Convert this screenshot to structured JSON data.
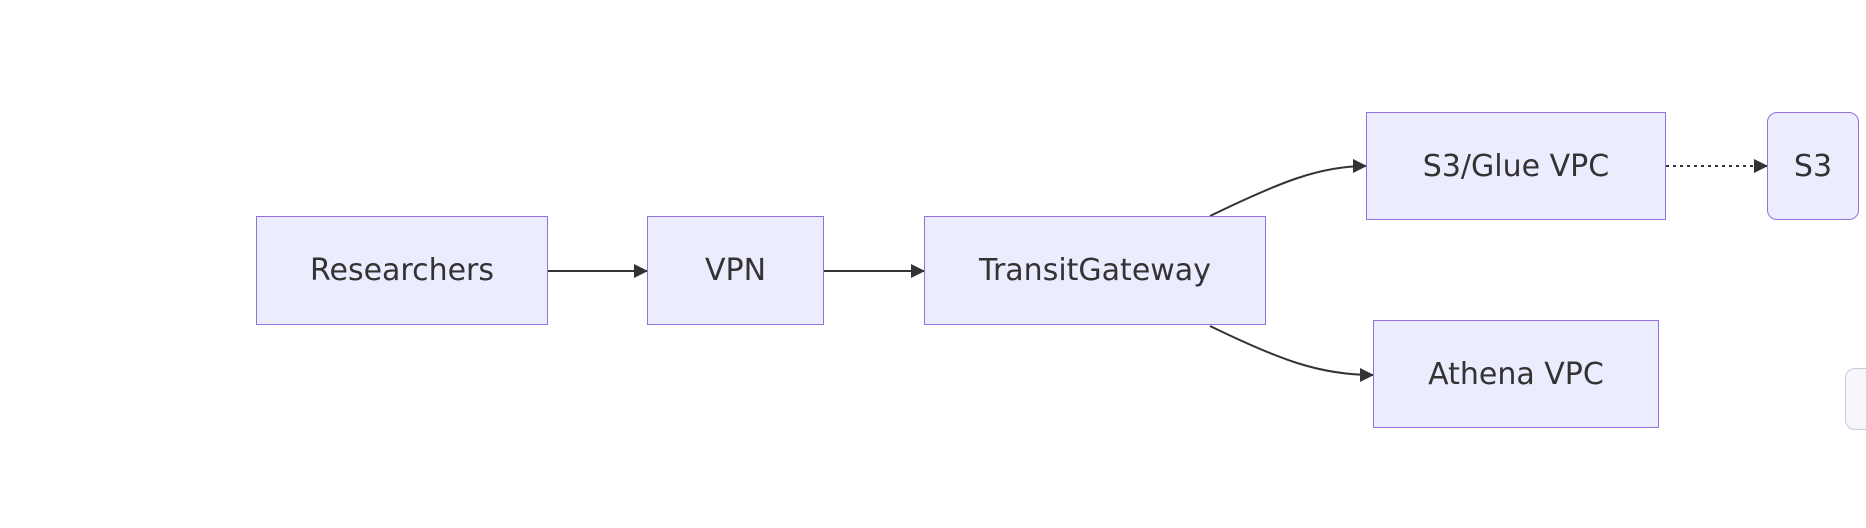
{
  "diagram": {
    "type": "flowchart",
    "direction": "left-to-right",
    "nodes": [
      {
        "id": "researchers",
        "label": "Researchers",
        "shape": "rectangle"
      },
      {
        "id": "vpn",
        "label": "VPN",
        "shape": "rectangle"
      },
      {
        "id": "transit",
        "label": "TransitGateway",
        "shape": "rectangle"
      },
      {
        "id": "s3glue",
        "label": "S3/Glue VPC",
        "shape": "rectangle"
      },
      {
        "id": "athena",
        "label": "Athena VPC",
        "shape": "rectangle"
      },
      {
        "id": "s3",
        "label": "S3",
        "shape": "rounded-rectangle"
      }
    ],
    "edges": [
      {
        "from": "researchers",
        "to": "vpn",
        "style": "solid"
      },
      {
        "from": "vpn",
        "to": "transit",
        "style": "solid"
      },
      {
        "from": "transit",
        "to": "s3glue",
        "style": "solid"
      },
      {
        "from": "transit",
        "to": "athena",
        "style": "solid"
      },
      {
        "from": "s3glue",
        "to": "s3",
        "style": "dotted"
      }
    ],
    "colors": {
      "node_fill": "#ececff",
      "node_border": "#9370db",
      "text": "#333333",
      "edge": "#333333"
    }
  }
}
